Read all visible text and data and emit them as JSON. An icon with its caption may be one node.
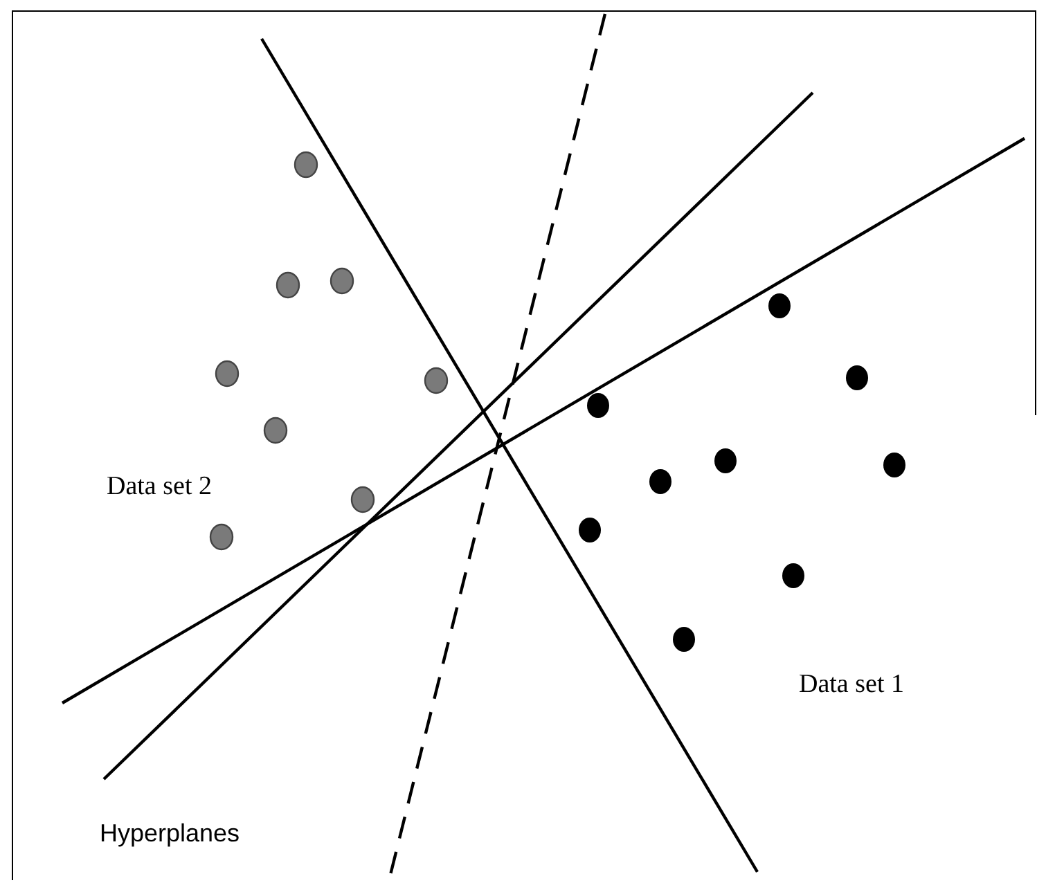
{
  "diagram": {
    "labels": [
      "Data set 2",
      "Data set 1",
      "Hyperplanes"
    ]
  }
}
